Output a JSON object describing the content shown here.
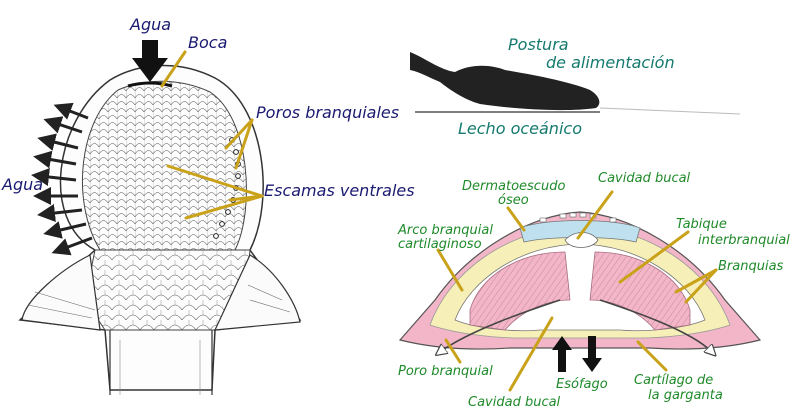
{
  "left_figure": {
    "labels": {
      "water_top": "Agua",
      "water_side": "Agua",
      "mouth": "Boca",
      "gill_pores": "Poros branquiales",
      "ventral_scales": "Escamas ventrales"
    }
  },
  "top_figure": {
    "labels": {
      "posture_line1": "Postura",
      "posture_line2": "de alimentación",
      "seabed": "Lecho oceánico"
    }
  },
  "cross_section": {
    "labels": {
      "dermal_shield_line1": "Dermatoescudo",
      "dermal_shield_line2": "óseo",
      "buccal_cavity_top": "Cavidad bucal",
      "branchial_arch_line1": "Arco branquial",
      "branchial_arch_line2": "cartilaginoso",
      "interbranchial_line1": "Tabique",
      "interbranchial_line2": "interbranquial",
      "gills": "Branquias",
      "gill_pore": "Poro branquial",
      "esophagus": "Esófago",
      "throat_cartilage_line1": "Cartílago de",
      "throat_cartilage_line2": "la garganta",
      "buccal_cavity_bottom": "Cavidad bucal"
    }
  },
  "colors": {
    "label_blue": "#1a1a70",
    "label_teal": "#157a6e",
    "label_green": "#1f8a2a",
    "leader": "#c9a21a",
    "gill_pink": "#f2b6c8",
    "shield_blue": "#bfe0ee",
    "cartilage_yellow": "#f6efb8"
  }
}
